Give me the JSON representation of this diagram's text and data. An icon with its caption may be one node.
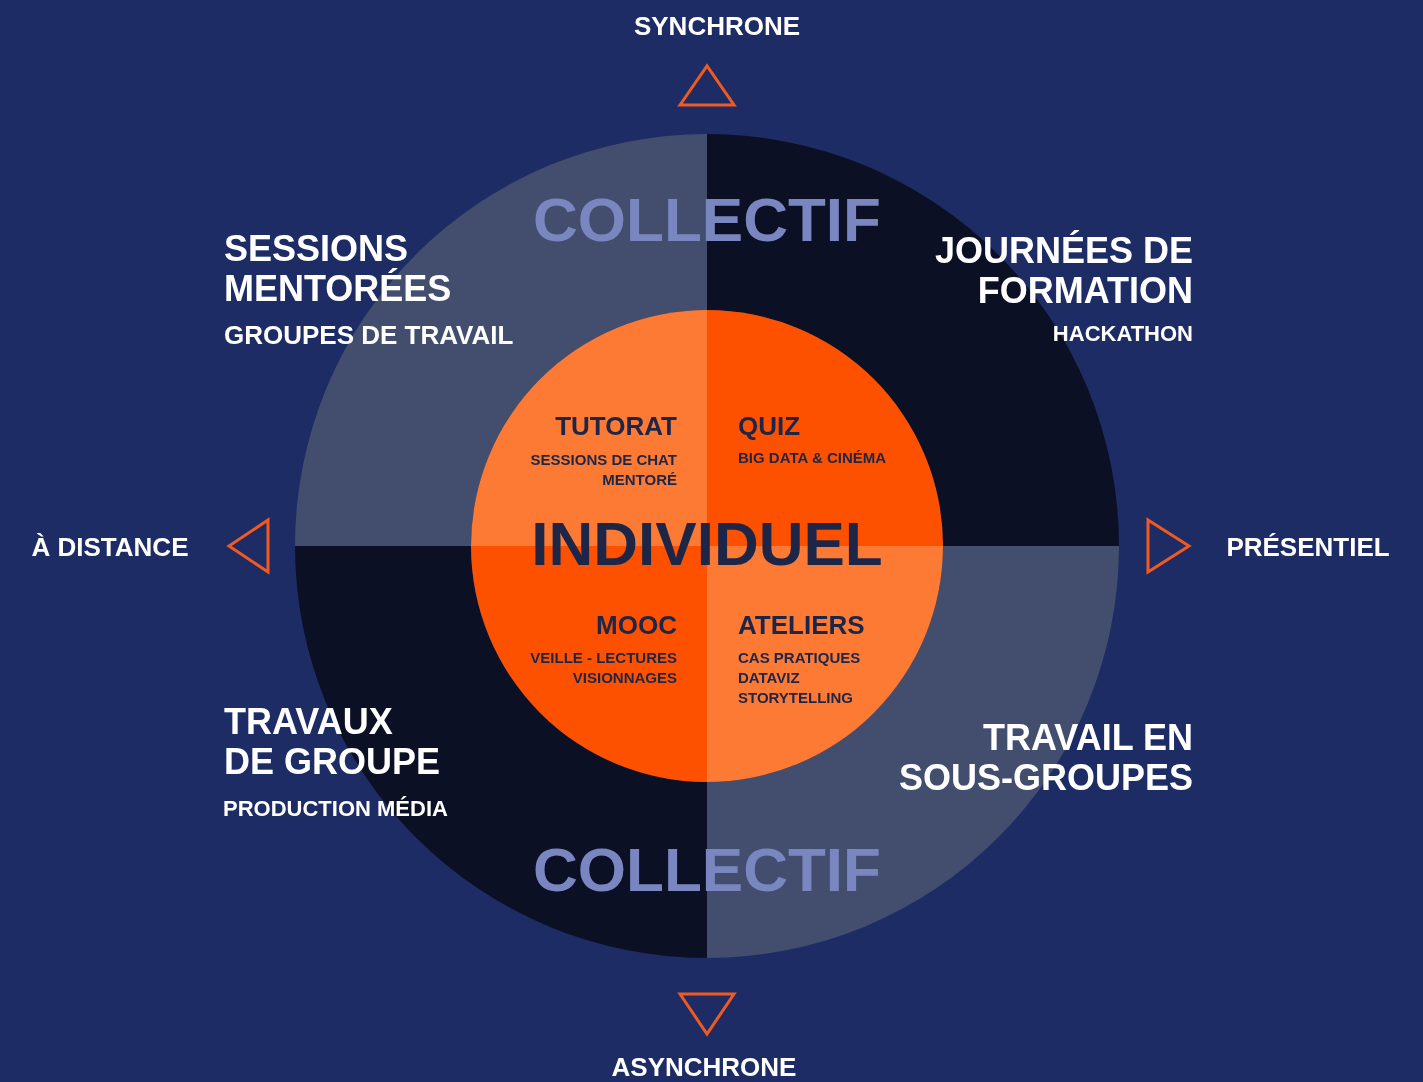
{
  "diagram": {
    "nodes": [
      {
        "text": [
          "SESSIONS MENTORÉES",
          "GROUPES DE TRAVAIL"
        ]
      },
      {
        "text": [
          "JOURNÉES DE FORMATION",
          "HACKATHON"
        ]
      },
      {
        "text": [
          "TRAVAUX DE GROUPE",
          "PRODUCTION MÉDIA"
        ]
      },
      {
        "text": [
          "TRAVAIL EN SOUS-GROUPES"
        ]
      },
      {
        "text": [
          "INDIVIDUEL"
        ]
      },
      {
        "text": [
          "TUTORAT",
          "SESSIONS DE CHAT MENTORÉ"
        ],
        "in": 4
      },
      {
        "text": [
          "QUIZ",
          "BIG DATA & CINÉMA"
        ],
        "in": 4
      },
      {
        "text": [
          "MOOC",
          "VEILLE - LECTURES",
          "VISIONNAGES"
        ],
        "in": 4
      },
      {
        "text": [
          "ATELIERS",
          "CAS PRATIQUES",
          "DATAVIZ",
          "STORYTELLING"
        ],
        "in": 4
      }
    ],
    "labels": [
      "SYNCHRONE",
      "COLLECTIF",
      "À DISTANCE",
      "PRÉSENTIEL",
      "COLLECTIF",
      "ASYNCHRONE"
    ]
  }
}
